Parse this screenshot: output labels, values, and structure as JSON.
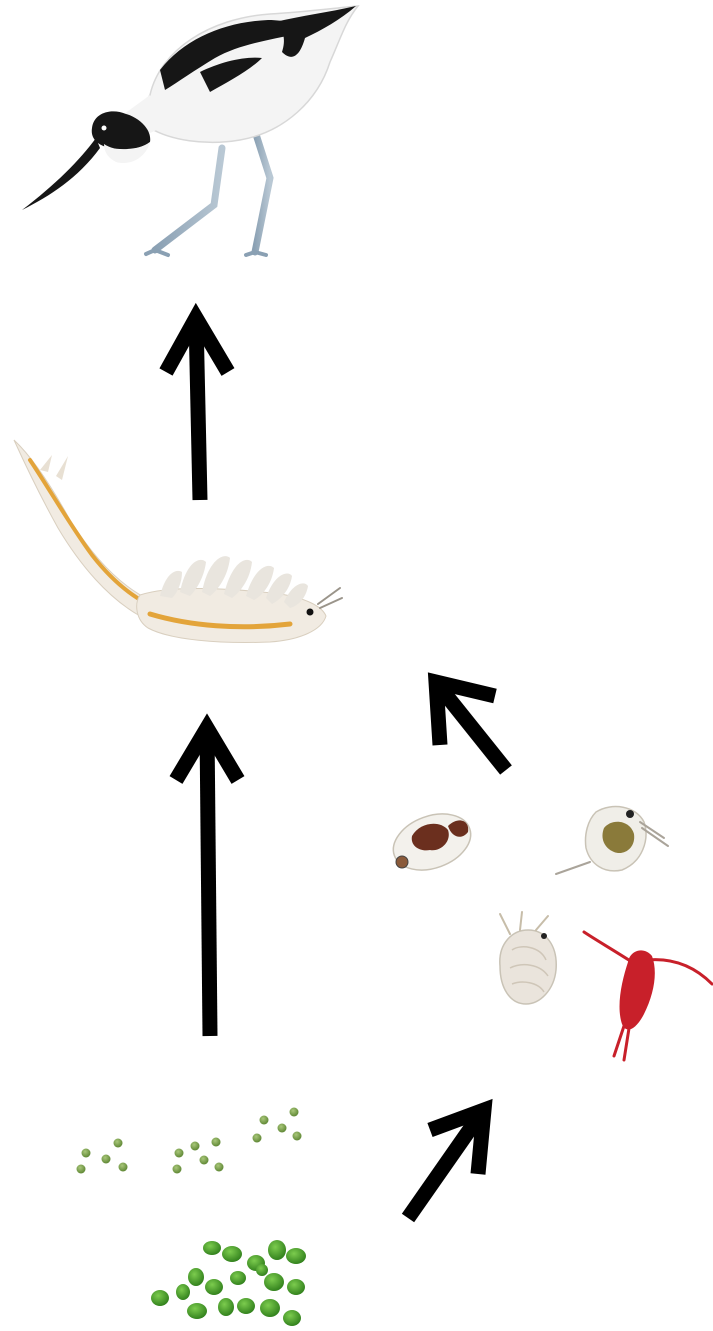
{
  "diagram": {
    "kind": "food-chain",
    "organisms": [
      {
        "id": "avocet",
        "icon": "avocet-bird-icon",
        "level": 4
      },
      {
        "id": "brine-shrimp",
        "icon": "brine-shrimp-icon",
        "level": 3
      },
      {
        "id": "zooplankton-ostracod",
        "icon": "ostracod-icon",
        "level": 2
      },
      {
        "id": "zooplankton-daphnia",
        "icon": "daphnia-icon",
        "level": 2
      },
      {
        "id": "zooplankton-rotifer",
        "icon": "rotifer-icon",
        "level": 2
      },
      {
        "id": "zooplankton-copepod",
        "icon": "copepod-icon",
        "level": 2
      },
      {
        "id": "algae-small",
        "icon": "small-algae-cells-icon",
        "level": 1
      },
      {
        "id": "algae-large",
        "icon": "green-algae-cluster-icon",
        "level": 1
      }
    ],
    "links": [
      {
        "from": "brine-shrimp",
        "to": "avocet"
      },
      {
        "from": "algae",
        "to": "brine-shrimp"
      },
      {
        "from": "zooplankton",
        "to": "brine-shrimp"
      },
      {
        "from": "algae",
        "to": "zooplankton"
      }
    ],
    "colors": {
      "arrow": "#000000",
      "algae": "#3f9a24",
      "small_algae": "#6f9a3a",
      "copepod": "#c8202a",
      "shrimp_body": "#f1ebe2",
      "shrimp_gut": "#e3a43a",
      "bird_white": "#f4f4f4",
      "bird_black": "#161616",
      "bird_legs": "#9fb3c4"
    }
  }
}
